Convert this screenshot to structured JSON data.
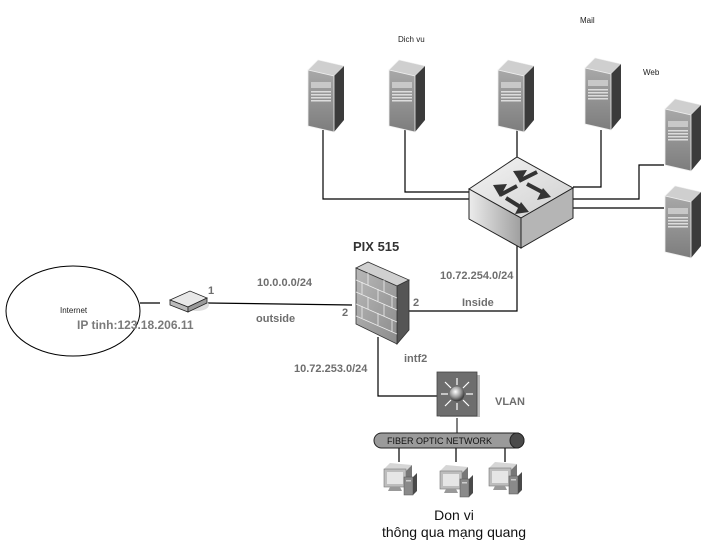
{
  "diagram": {
    "title": "Network topology with PIX 515 firewall",
    "servers": [
      {
        "label": ""
      },
      {
        "label": "Dich vu"
      },
      {
        "label": "Mail"
      },
      {
        "label": ""
      },
      {
        "label": "Web"
      },
      {
        "label": ""
      }
    ],
    "cloud": {
      "label": "Internet",
      "ip_label": "IP tinh:123.18.206.11"
    },
    "router": {
      "port_label": "1"
    },
    "firewall": {
      "name": "PIX 515",
      "outside_port": "2",
      "inside_port": "2",
      "outside_network": "10.0.0.0/24",
      "outside_label": "outside",
      "inside_network": "10.72.254.0/24",
      "inside_label": "Inside",
      "intf2_network": "10.72.253.0/24",
      "intf2_label": "intf2"
    },
    "vlan_switch": {
      "label": "VLAN"
    },
    "fiber": {
      "label": "FIBER OPTIC NETWORK"
    },
    "workstations": {
      "count": 3
    },
    "caption": {
      "line1": "Don vi",
      "line2": "thông qua mạng quang"
    },
    "colors": {
      "line": "#000000",
      "label_gray": "#6e6e6e",
      "device_gray": "#8a8a8a",
      "device_dark": "#3a3a3a"
    }
  }
}
